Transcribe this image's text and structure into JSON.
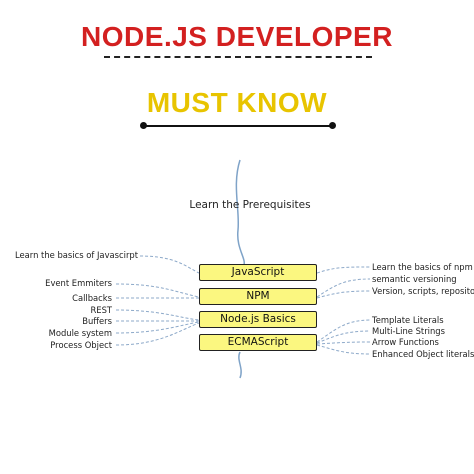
{
  "header": {
    "title": "NODE.JS DEVELOPER",
    "subtitle": "MUST KNOW"
  },
  "colors": {
    "title": "#d32020",
    "subtitle": "#e8c400",
    "node_fill": "#fbf780",
    "connector": "#7fa3c8"
  },
  "mindmap": {
    "root": "Learn the Prerequisites",
    "nodes": [
      {
        "label": "JavaScript",
        "left": [
          "Learn the basics of Javascirpt"
        ],
        "right": [
          "Learn the basics of npm"
        ]
      },
      {
        "label": "NPM",
        "left": [
          "Event Emmiters",
          "Callbacks"
        ],
        "right": [
          "semantic versioning",
          "Version, scripts, repository"
        ]
      },
      {
        "label": "Node.js Basics",
        "left": [
          "REST",
          "Buffers",
          "Module system",
          "Process Object"
        ],
        "right": []
      },
      {
        "label": "ECMAScript",
        "left": [],
        "right": [
          "Template Literals",
          "Multi-Line Strings",
          "Arrow Functions",
          "Enhanced Object literals"
        ]
      }
    ]
  }
}
